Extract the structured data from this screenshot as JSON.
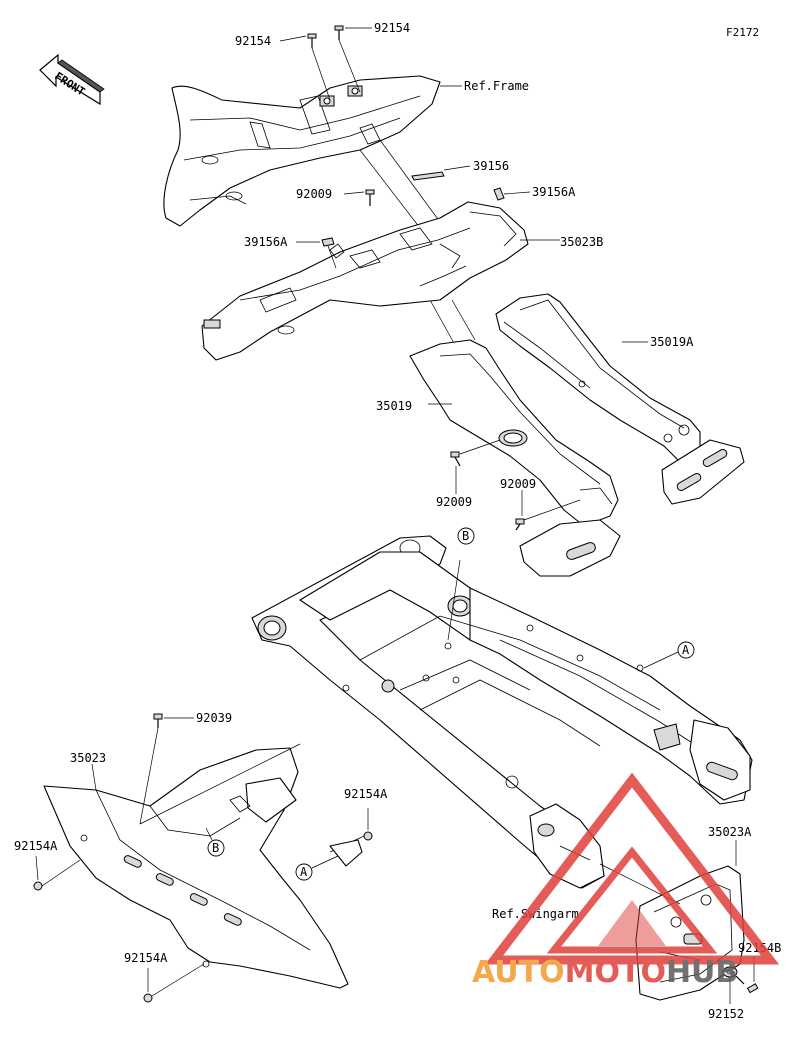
{
  "diagram": {
    "code": "F2172",
    "front_label": "FRONT",
    "labels": {
      "p92154_a": "92154",
      "p92154_b": "92154",
      "ref_frame": "Ref.Frame",
      "p39156": "39156",
      "p92009_top": "92009",
      "p39156a_right": "39156A",
      "p39156a_left": "39156A",
      "p35023b": "35023B",
      "p35019a": "35019A",
      "p35019": "35019",
      "p92009_mid": "92009",
      "p92009_low": "92009",
      "mark_b_top": "B",
      "mark_a_right": "A",
      "p92039": "92039",
      "p35023": "35023",
      "p92154a_mid": "92154A",
      "p92154a_left": "92154A",
      "mark_b_cover": "B",
      "mark_a_cover": "A",
      "p92154a_bottom": "92154A",
      "p35023a": "35023A",
      "ref_swingarm": "Ref.Swingarm",
      "p92154b": "92154B",
      "p92152": "92152"
    }
  },
  "watermark": {
    "part1": "AUTO",
    "part2": "MOTO",
    "part3": "HUB",
    "color_red": "#e0403a",
    "color_orange": "#f29a2e",
    "color_grey": "#5a5a5a"
  }
}
